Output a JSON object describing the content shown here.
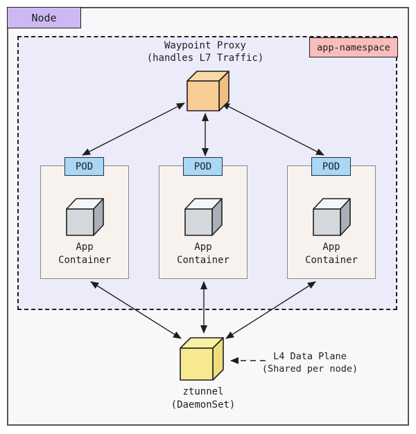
{
  "diagram": {
    "node_label": "Node",
    "namespace_label": "app-namespace",
    "waypoint": {
      "label": "Waypoint Proxy\n(handles L7 Traffic)"
    },
    "pods": [
      {
        "pod_label": "POD",
        "container_label": "App\nContainer"
      },
      {
        "pod_label": "POD",
        "container_label": "App\nContainer"
      },
      {
        "pod_label": "POD",
        "container_label": "App\nContainer"
      }
    ],
    "ztunnel": {
      "label": "ztunnel\n(DaemonSet)"
    },
    "l4_annotation": {
      "label": "L4 Data Plane\n(Shared per node)"
    }
  },
  "colors": {
    "line": "#1e1e1e",
    "node_bg": "#F8F8FA",
    "node_border": "#555555",
    "node_label_bg": "#CDB9F2",
    "namespace_bg": "#EBEBFA",
    "namespace_label_bg": "#F8BEBC",
    "pod_bg": "#F8F2EF",
    "pod_border": "#878787",
    "pod_label_bg": "#A9D7F5",
    "waypoint_cube": {
      "top": "#F9D9A8",
      "front": "#F8CD96",
      "side": "#F0BE80"
    },
    "app_cube": {
      "top": "#F3F5F6",
      "front": "#D4D8DC",
      "side": "#A9B0B7"
    },
    "ztunnel_cube": {
      "top": "#FAF0A4",
      "front": "#F7E98F",
      "side": "#EFDD7C"
    }
  }
}
